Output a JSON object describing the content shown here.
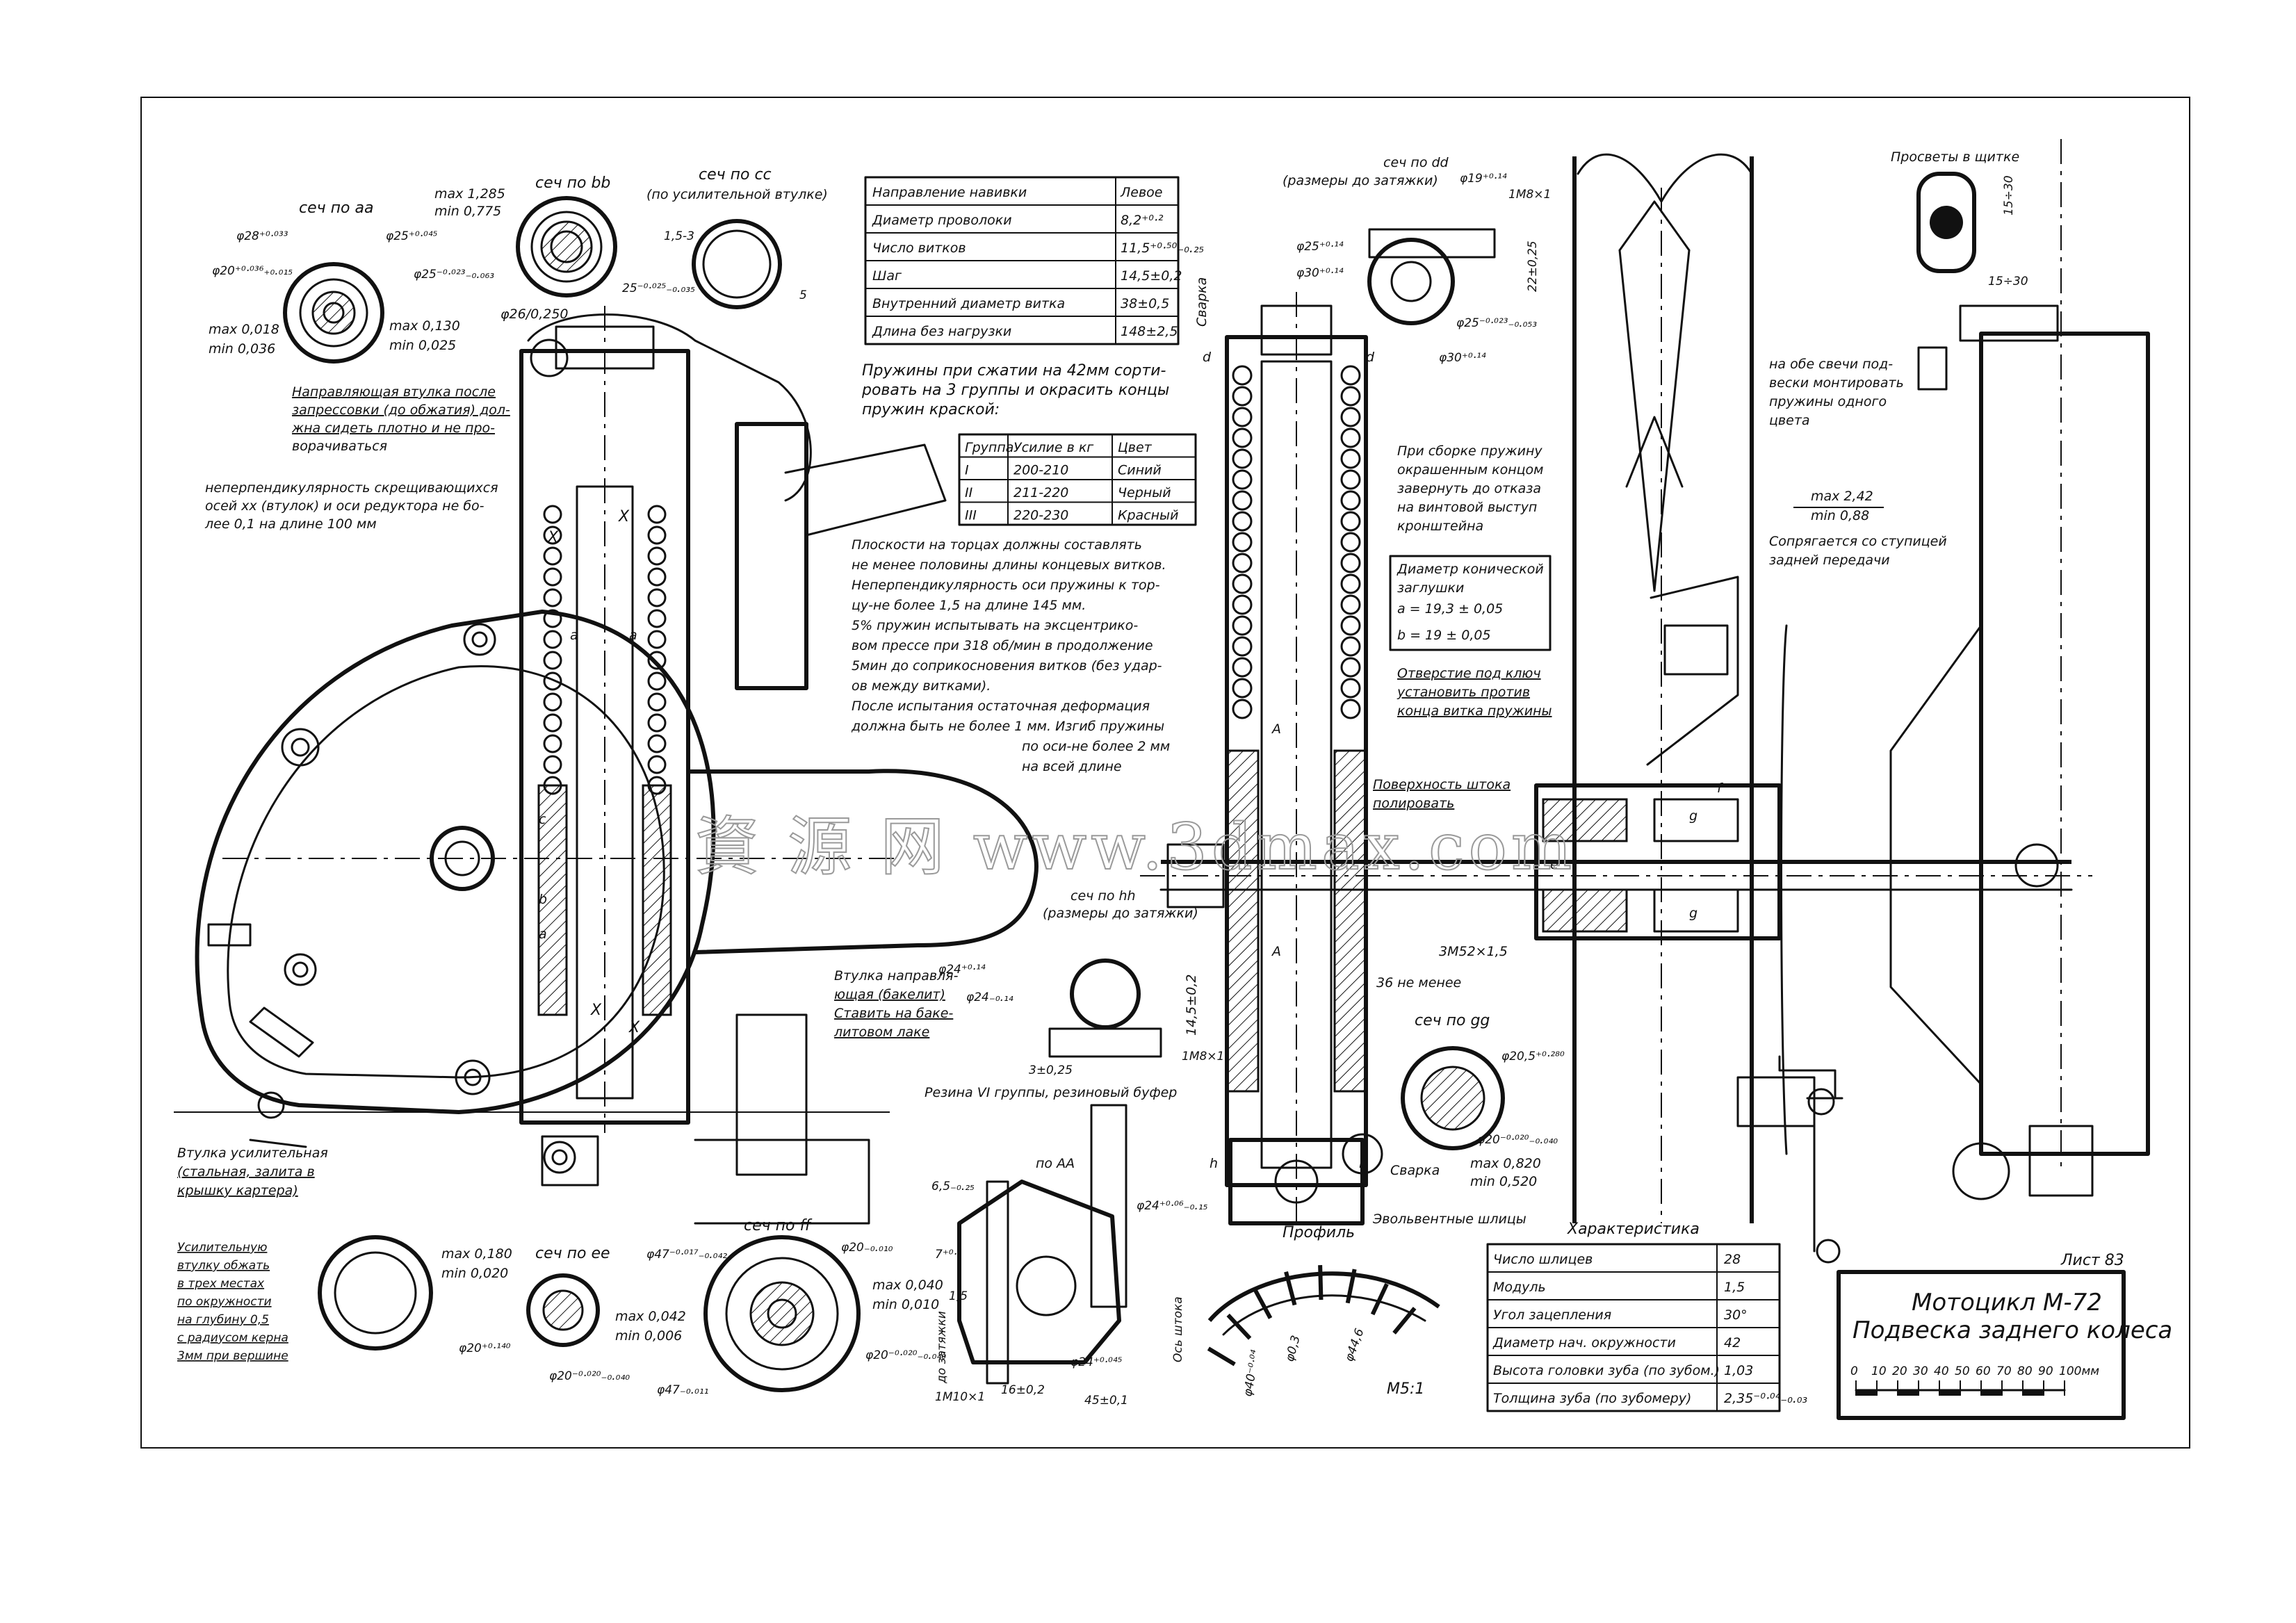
{
  "sheet": {
    "title": "Мотоцикл М-72",
    "subtitle": "Подвеска заднего колеса",
    "sheet_number": "Лист 83",
    "scale_label": "M5:1",
    "scale_ticks": [
      "0",
      "10",
      "20",
      "30",
      "40",
      "50",
      "60",
      "70",
      "80",
      "90",
      "100мм"
    ],
    "watermark": "資 源 网 www.3dmax.com"
  },
  "sections": {
    "aa": "сеч по аа",
    "bb": "сеч по bb",
    "cc": "сеч по сс",
    "cc_note": "(по усилительной втулке)",
    "dd": "сеч по dd",
    "dd_note": "(размеры до затяжки)",
    "hh": "сеч по hh",
    "hh_note": "(размеры до затяжки)",
    "gg": "сеч по gg",
    "ee": "сеч по ее",
    "ff": "сеч по ff",
    "AA": "по АА",
    "profile": "Профиль",
    "clearance": "Просветы в щитке"
  },
  "spring_table": {
    "rows": [
      {
        "k": "Направление навивки",
        "v": "Левое"
      },
      {
        "k": "Диаметр проволоки",
        "v": "8,2⁺⁰·²"
      },
      {
        "k": "Число витков",
        "v": "11,5⁺⁰·⁵⁰₋₀.₂₅"
      },
      {
        "k": "Шаг",
        "v": "14,5±0,2"
      },
      {
        "k": "Внутренний диаметр витка",
        "v": "38±0,5"
      },
      {
        "k": "Длина без нагрузки",
        "v": "148±2,5"
      }
    ]
  },
  "spring_sort_note": [
    "Пружины при сжатии на 42мм сорти-",
    "ровать на 3 группы и окрасить концы",
    "пружин краской:"
  ],
  "group_table": {
    "headers": [
      "Группа",
      "Усилие в кг",
      "Цвет"
    ],
    "rows": [
      [
        "I",
        "200-210",
        "Синий"
      ],
      [
        "II",
        "211-220",
        "Черный"
      ],
      [
        "III",
        "220-230",
        "Красный"
      ]
    ]
  },
  "spring_notes": [
    "Плоскости на торцах должны составлять",
    "не менее половины длины концевых витков.",
    "Неперпендикулярность оси пружины к тор-",
    "цу-не более 1,5 на длине 145 мм.",
    "5% пружин испытывать на эксцентрико-",
    "вом прессе при 318 об/мин в продолжение",
    "5мин до соприкосновения витков (без удар-",
    "ов между витками).",
    "После испытания остаточная деформация",
    "должна быть не более 1 мм. Изгиб пружины",
    "по оси-не более 2 мм",
    "на всей длине"
  ],
  "guide_note": [
    "Направляющая втулка после",
    "запрессовки (до обжатия) дол-",
    "жна сидеть плотно и не про-",
    "ворачиваться"
  ],
  "perp_note": [
    "неперпендикулярность скрещивающихся",
    "осей хх (втулок) и оси редуктора не бо-",
    "лее   0,1 на   длине 100 мм"
  ],
  "reinforce_note": [
    "Втулка усилительная",
    "(стальная, залита в",
    "крышку картера)"
  ],
  "crimp_note": [
    "Усилительную",
    "втулку обжать",
    "в трех местах",
    "по окружности",
    "на глубину 0,5",
    "с радиусом керна",
    "3мм при вершине"
  ],
  "bush_note": [
    "Втулка направля-",
    "ющая (бакелит)",
    "Ставить на баке-",
    "литовом лаке"
  ],
  "rubber_note": "Резина VI группы, резиновый буфер",
  "assembly_notes": {
    "spring_assembly": [
      "При сборке пружину",
      "окрашенным концом",
      "завернуть до отказа",
      "на винтовой выступ",
      "кронштейна"
    ],
    "plug_diameter": [
      "Диаметр конической",
      "заглушки",
      "a = 19,3 ± 0,05",
      "b = 19 ± 0,05"
    ],
    "key_hole": [
      "Отверстие под ключ",
      "установить против",
      "конца витка пружины"
    ],
    "rod_surface": [
      "Поверхность штока",
      "полировать"
    ],
    "spark_plug": [
      "на обе свечи под-",
      "вески монтировать",
      "пружины одного",
      "цвета"
    ],
    "mates": [
      "Сопрягается со ступицей",
      "задней передачи"
    ],
    "weld": "Сварка",
    "involute": "Эвольвентные шлицы",
    "min36": "36 не менее",
    "thread_3m52": "3М52×1,5",
    "max242": "max 2,42",
    "min088": "min 0,88",
    "tighten": "до затяжки",
    "axis_rod": "Ось штока"
  },
  "dims": {
    "aa_phi28": "φ28⁺⁰·⁰³³",
    "aa_phi25": "φ25⁺⁰·⁰⁴⁵",
    "aa_phi20": "φ20⁺⁰·⁰³⁶₊₀.₀₁₅",
    "aa_phi25b": "φ25⁻⁰·⁰²³₋₀.₀₆₃",
    "aa_max1": "max 0,018",
    "aa_min1": "min 0,036",
    "aa_max2": "max 0,130",
    "aa_min2": "min 0,025",
    "bb_max": "max 1,285",
    "bb_min": "min 0,775",
    "bb_phi26": "φ26/0,250",
    "bb_25": "25⁻⁰·⁰²⁵₋₀.₀₃₅",
    "cc_15": "1,5-3",
    "cc_5": "5",
    "dd_phi19": "φ19⁺⁰·¹⁴",
    "dd_m8": "1М8×1",
    "dd_phi25": "φ25⁺⁰·¹⁴",
    "dd_phi30": "φ30⁺⁰·¹⁴",
    "dd_phi25b": "φ25⁻⁰·⁰²³₋₀.₀₅₃",
    "dd_22": "22±0,25",
    "dd_phi30b": "φ30⁺⁰·¹⁴",
    "hh_phi24a": "φ24⁺⁰·¹⁴",
    "hh_phi24b": "φ24₋₀.₁₄",
    "hh_145": "14,5±0,2",
    "hh_3": "3±0,25",
    "hh_m8": "1М8×1",
    "gg_phi205": "φ20,5⁺⁰·²⁸⁰",
    "gg_phi20": "φ20⁻⁰·⁰²⁰₋₀.₀₄₀",
    "gg_max": "max 0,820",
    "gg_min": "min 0,520",
    "ee_max": "max 0,180",
    "ee_min": "min 0,020",
    "ee_phi20": "φ20⁺⁰·¹⁴⁰",
    "ee_max2": "max 0,042",
    "ee_min2": "min 0,006",
    "ee_phi20b": "φ20⁻⁰·⁰²⁰₋₀.₀₄₀",
    "ff_phi47": "φ47⁻⁰·⁰¹⁷₋₀.₀₄₂",
    "ff_phi20": "φ20₋₀.₀₁₀",
    "ff_max": "max 0,040",
    "ff_min": "min 0,010",
    "ff_phi20b": "φ20⁻⁰·⁰²⁰₋₀.₀₄₀",
    "ff_phi47b": "φ47₋₀.₀₁₁",
    "AA_65": "6,5₋₀.₂₅",
    "AA_7": "7⁺⁰·⁵",
    "AA_15": "1,5",
    "AA_phi24": "φ24⁺⁰·⁰⁶₋₀.₁₅",
    "AA_phi24b": "φ24⁺⁰·⁰⁴⁵",
    "AA_m10": "1М10×1",
    "AA_16": "16±0,2",
    "AA_45": "45±0,1",
    "prof_phi40": "φ40⁻⁰·⁰⁴",
    "prof_phi03": "φ0,3",
    "prof_phi44": "φ44,6",
    "clr_15a": "15÷30",
    "clr_15b": "15÷30"
  },
  "characteristics": {
    "title": "Характеристика",
    "rows": [
      {
        "k": "Число шлицев",
        "v": "28"
      },
      {
        "k": "Модуль",
        "v": "1,5"
      },
      {
        "k": "Угол зацепления",
        "v": "30°"
      },
      {
        "k": "Диаметр нач. окружности",
        "v": "42"
      },
      {
        "k": "Высота головки зуба (по зубом.)",
        "v": "1,03"
      },
      {
        "k": "Толщина зуба (по зубомеру)",
        "v": "2,35⁻⁰·⁰⁴₋₀.₀₃"
      }
    ]
  }
}
